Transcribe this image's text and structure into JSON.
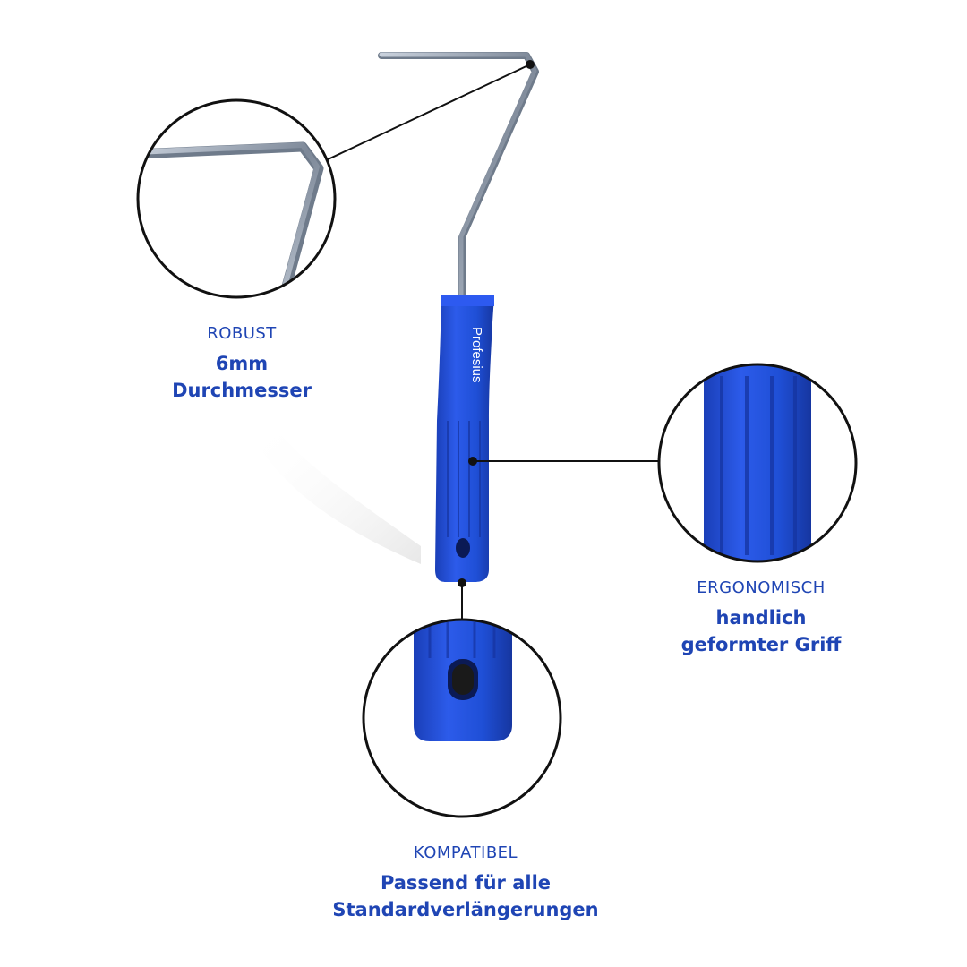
{
  "product": {
    "brand_label": "Profesius",
    "handle_color": "#1f4fd6",
    "wire_color": "#8a96a6"
  },
  "callouts": {
    "robust": {
      "eyebrow": "ROBUST",
      "line1": "6mm",
      "line2": "Durchmesser"
    },
    "ergonomic": {
      "eyebrow": "ERGONOMISCH",
      "line1": "handlich",
      "line2": "geformter Griff"
    },
    "compatible": {
      "eyebrow": "KOMPATIBEL",
      "line1": "Passend für alle",
      "line2": "Standardverlängerungen"
    }
  },
  "colors": {
    "caption_text": "#1f45b4",
    "callout_ring": "#111111"
  }
}
